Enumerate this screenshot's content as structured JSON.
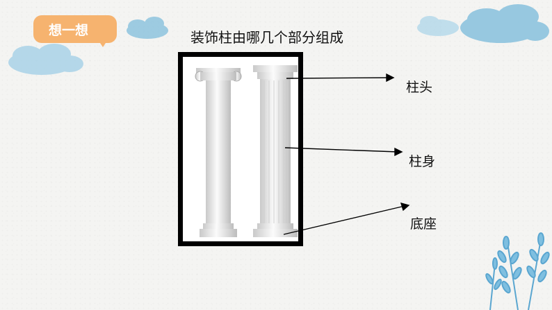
{
  "badge": {
    "label": "想一想"
  },
  "title": "装饰柱由哪几个部分组成",
  "parts": {
    "capital": "柱头",
    "shaft": "柱身",
    "base": "底座"
  },
  "colors": {
    "badge": "#f6b36f",
    "cloud": "#8ec4df",
    "leaf": "#5aa6d0"
  }
}
